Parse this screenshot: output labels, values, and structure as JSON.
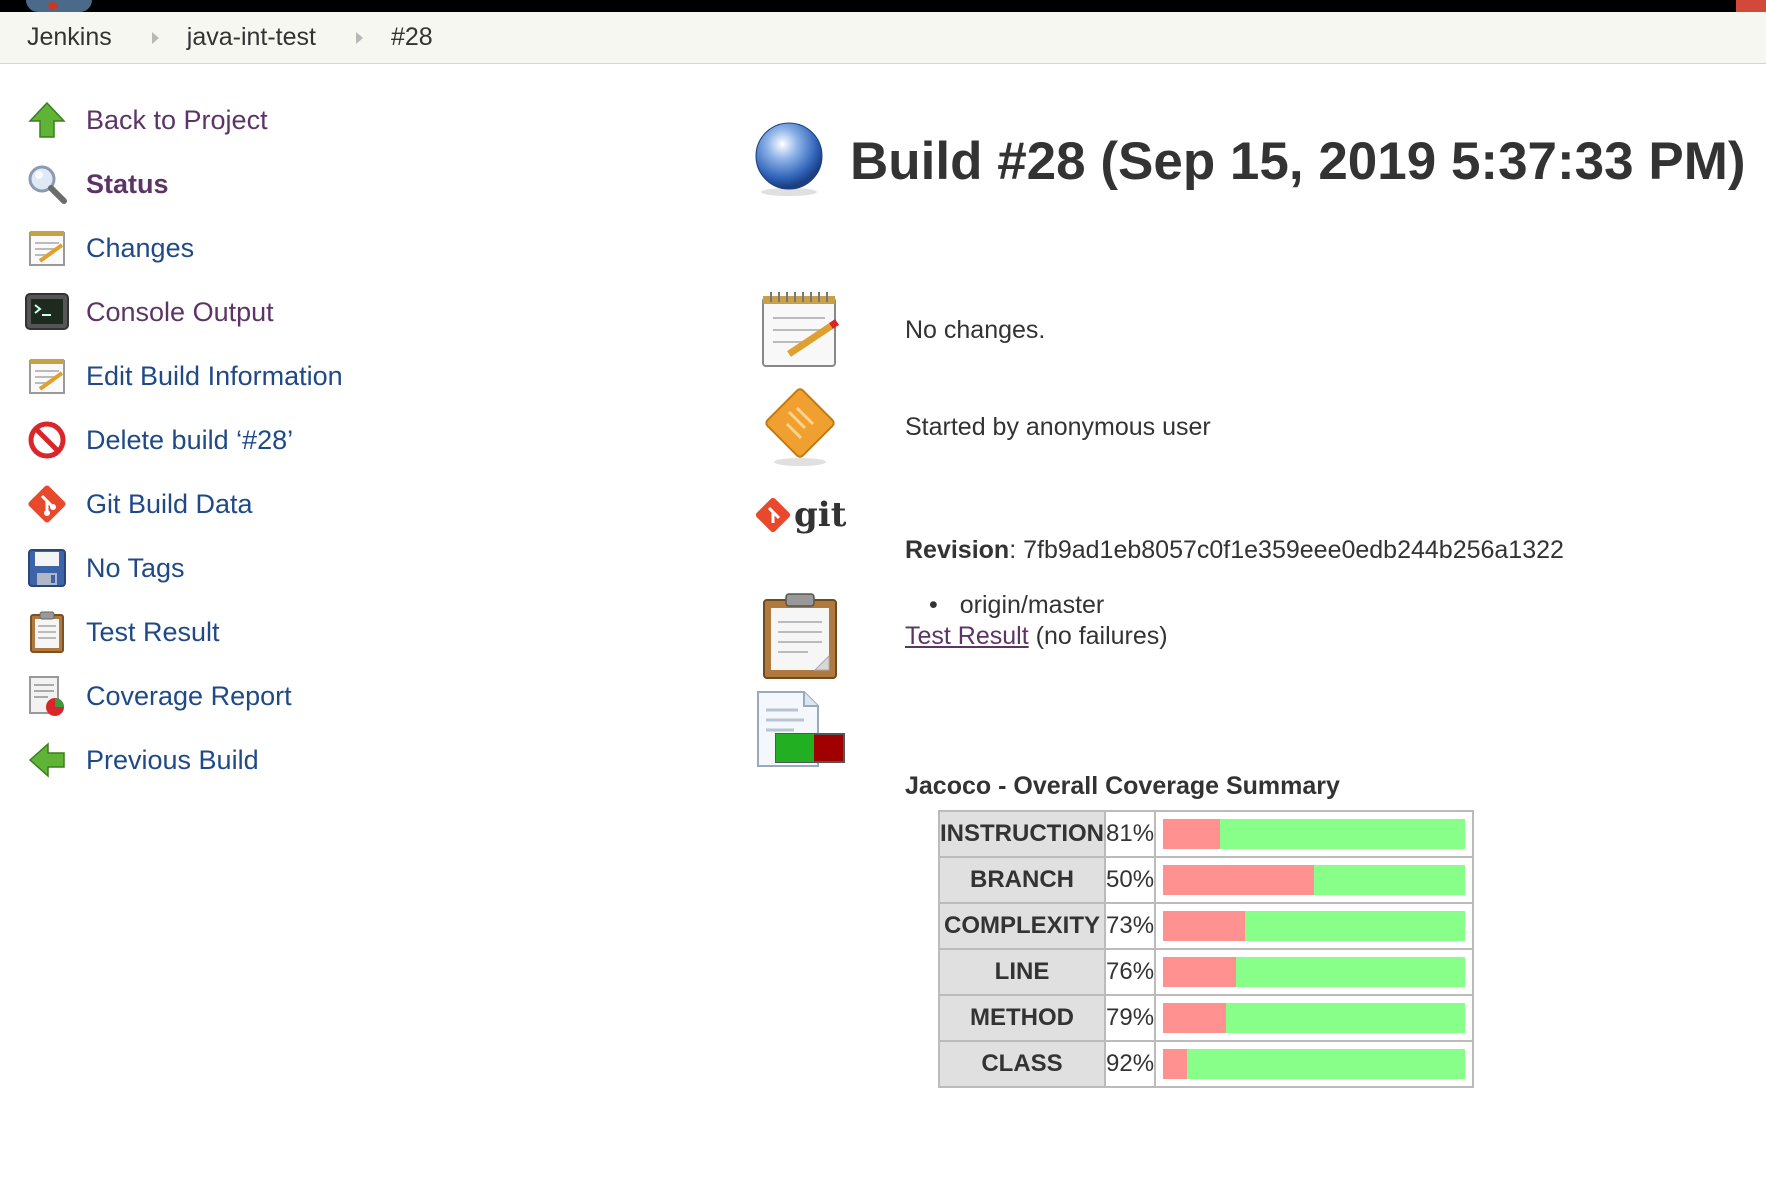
{
  "breadcrumb": {
    "items": [
      "Jenkins",
      "java-int-test",
      "#28"
    ]
  },
  "side_panel": {
    "tasks": [
      {
        "label": "Back to Project",
        "icon": "up-arrow-icon"
      },
      {
        "label": "Status",
        "icon": "magnifier-icon"
      },
      {
        "label": "Changes",
        "icon": "notepad-icon"
      },
      {
        "label": "Console Output",
        "icon": "terminal-icon"
      },
      {
        "label": "Edit Build Information",
        "icon": "notepad-icon"
      },
      {
        "label": "Delete build ‘#28’",
        "icon": "no-entry-icon"
      },
      {
        "label": "Git Build Data",
        "icon": "git-icon"
      },
      {
        "label": "No Tags",
        "icon": "floppy-disk-icon"
      },
      {
        "label": "Test Result",
        "icon": "clipboard-icon"
      },
      {
        "label": "Coverage Report",
        "icon": "coverage-report-icon"
      },
      {
        "label": "Previous Build",
        "icon": "left-arrow-icon"
      }
    ]
  },
  "main": {
    "title": "Build #28 (Sep 15, 2019 5:37:33 PM)",
    "status_icon": "blue-ball-icon",
    "changes_text": "No changes.",
    "cause_text": "Started by anonymous user",
    "revision_label": "Revision",
    "revision_value": ": 7fb9ad1eb8057c0f1e359eee0edb244b256a1322",
    "branches": [
      "origin/master"
    ],
    "test_result_link": "Test Result",
    "test_result_suffix": " (no failures)",
    "jacoco_title": "Jacoco - Overall Coverage Summary",
    "coverage": [
      {
        "metric": "INSTRUCTION",
        "percent_label": "81%",
        "covered": 81
      },
      {
        "metric": "BRANCH",
        "percent_label": "50%",
        "covered": 50
      },
      {
        "metric": "COMPLEXITY",
        "percent_label": "73%",
        "covered": 73
      },
      {
        "metric": "LINE",
        "percent_label": "76%",
        "covered": 76
      },
      {
        "metric": "METHOD",
        "percent_label": "79%",
        "covered": 79
      },
      {
        "metric": "CLASS",
        "percent_label": "92%",
        "covered": 92
      }
    ]
  },
  "colors": {
    "link": "#204a87",
    "visited_link": "#5c3566",
    "covered": "#88ff88",
    "missed": "#ff9191"
  }
}
